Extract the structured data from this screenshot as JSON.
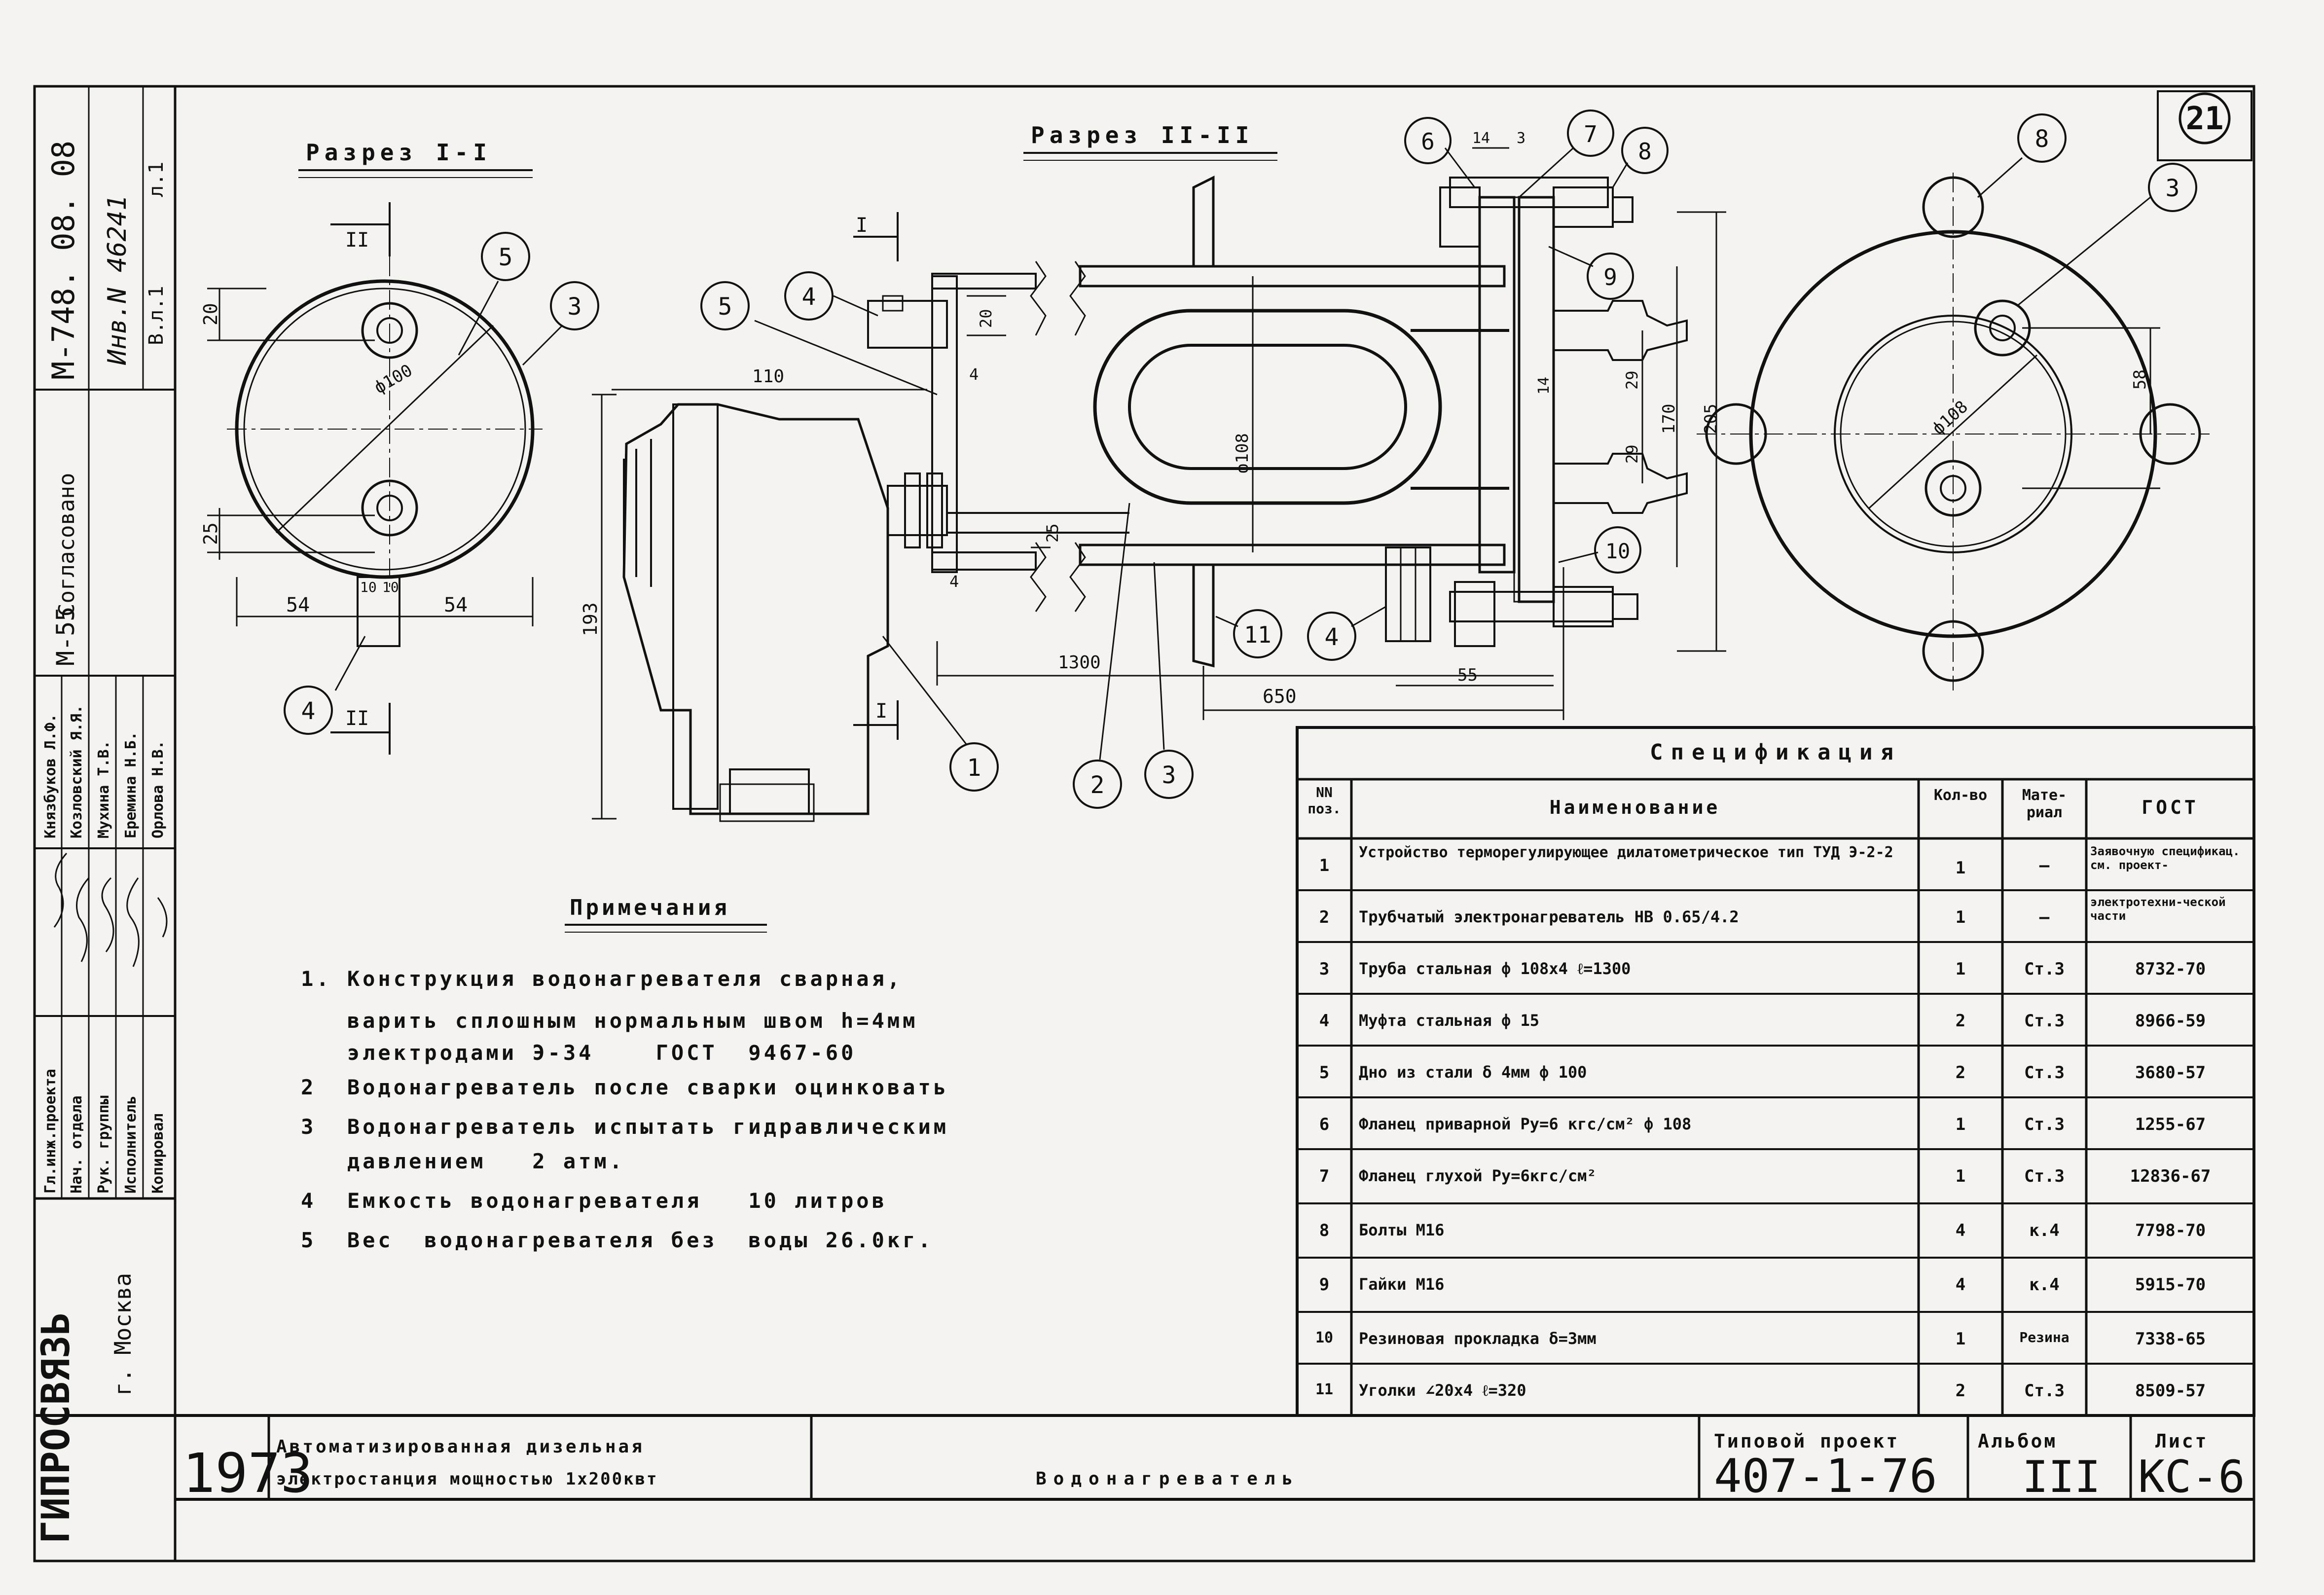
{
  "sheet_number": "21",
  "left_stamp": {
    "doc_code": "М-748. 08. 08",
    "inv_number": "Инв.N 46241",
    "sheet_ref": "В.л.1",
    "page_ref": "л.1",
    "agreed": "Согласовано",
    "agreed_code": "М-55",
    "roles": [
      "Гл.инж.проекта",
      "Нач. отдела",
      "Рук. группы",
      "Исполнитель",
      "Копировал"
    ],
    "names": [
      "Князбуков Л.Ф.",
      "Козловский Я.Я.",
      "Мухина Т.В.",
      "Еремина Н.Б.",
      "Орлова Н.В."
    ],
    "org": "ГИПРОСВЯЗЬ",
    "city": "г. Москва"
  },
  "section_1": {
    "title": "Разрез I-I",
    "marks": [
      "II",
      "II"
    ],
    "dims": [
      "20",
      "25",
      "54",
      "10",
      "10",
      "54",
      "ф100"
    ],
    "callouts": [
      "5",
      "3",
      "4"
    ]
  },
  "section_2": {
    "title": "Разрез II-II",
    "marks": [
      "I",
      "I"
    ],
    "dims": [
      "110",
      "20",
      "4",
      "25",
      "4",
      "193",
      "1300",
      "650",
      "55",
      "ф108",
      "14",
      "3",
      "14",
      "29",
      "29",
      "170",
      "205"
    ],
    "callouts": [
      "5",
      "4",
      "1",
      "2",
      "3",
      "11",
      "4",
      "6",
      "7",
      "8",
      "9",
      "10"
    ]
  },
  "flange_view": {
    "dims": [
      "ф108",
      "58"
    ],
    "callouts": [
      "8",
      "3"
    ]
  },
  "notes": {
    "title": "Примечания",
    "items": [
      "1. Конструкция водонагревателя сварная,",
      "   варить сплошным нормальным швом h=4мм",
      "   электродами Э-34    ГОСТ  9467-60",
      "2  Водонагреватель после сварки оцинковать",
      "3  Водонагреватель испытать гидравлическим",
      "   давлением   2 атм.",
      "4  Емкость водонагревателя   10 литров",
      "5  Вес  водонагревателя без  воды 26.0кг."
    ]
  },
  "spec": {
    "title": "Спецификация",
    "headers": [
      "NN поз.",
      "Наименование",
      "Кол-во",
      "Мате-риал",
      "ГОСТ"
    ],
    "rows": [
      [
        "1",
        "Устройство терморегулирующее дилатометрическое тип ТУД Э-2-2",
        "1",
        "—",
        "Заявочную спецификац. см. проект-"
      ],
      [
        "2",
        "Трубчатый электронагреватель НВ 0.65/4.2",
        "1",
        "—",
        "электротехни-ческой части"
      ],
      [
        "3",
        "Труба стальная ф 108х4  ℓ=1300",
        "1",
        "Ст.3",
        "8732-70"
      ],
      [
        "4",
        "Муфта стальная ф 15",
        "2",
        "Ст.3",
        "8966-59"
      ],
      [
        "5",
        "Дно из стали δ 4мм ф 100",
        "2",
        "Ст.3",
        "3680-57"
      ],
      [
        "6",
        "Фланец приварной Ру=6 кгс/см² ф 108",
        "1",
        "Ст.3",
        "1255-67"
      ],
      [
        "7",
        "Фланец глухой Ру=6кгс/см²",
        "1",
        "Ст.3",
        "12836-67"
      ],
      [
        "8",
        "Болты  М16",
        "4",
        "к.4",
        "7798-70"
      ],
      [
        "9",
        "Гайки  М16",
        "4",
        "к.4",
        "5915-70"
      ],
      [
        "10",
        "Резиновая прокладка δ=3мм",
        "1",
        "Резина",
        "7338-65"
      ],
      [
        "11",
        "Уголки ∠20х4   ℓ=320",
        "2",
        "Ст.3",
        "8509-57"
      ]
    ]
  },
  "title_block": {
    "year": "1973",
    "project_name_1": "Автоматизированная дизельная",
    "project_name_2": "электростанция мощностью 1х200квт",
    "drawing_name": "Водонагреватель",
    "typical_project_label": "Типовой проект",
    "typical_project": "407-1-76",
    "album_label": "Альбом",
    "album": "III",
    "sheet_label": "Лист",
    "sheet": "КС-6"
  }
}
